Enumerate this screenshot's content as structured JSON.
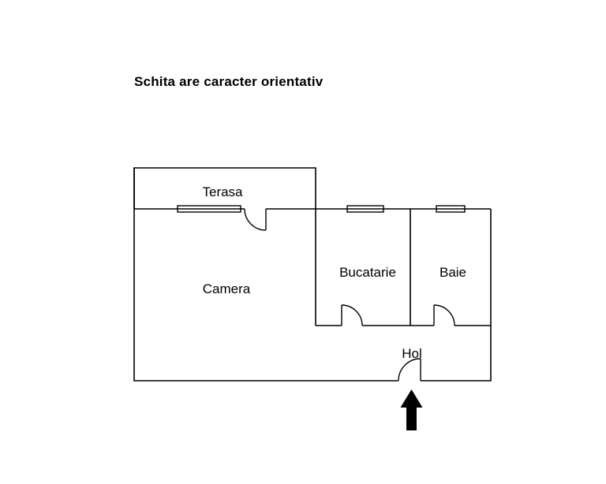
{
  "page": {
    "disclaimer": "Schita are caracter orientativ"
  },
  "floorplan": {
    "rooms": {
      "terasa": "Terasa",
      "camera": "Camera",
      "bucatarie": "Bucatarie",
      "baie": "Baie",
      "hol": "Hol"
    },
    "arrow_icon": "entrance-up-arrow",
    "colors": {
      "wall": "#000000",
      "text": "#000000",
      "arrow": "#000000",
      "background": "#ffffff"
    }
  }
}
